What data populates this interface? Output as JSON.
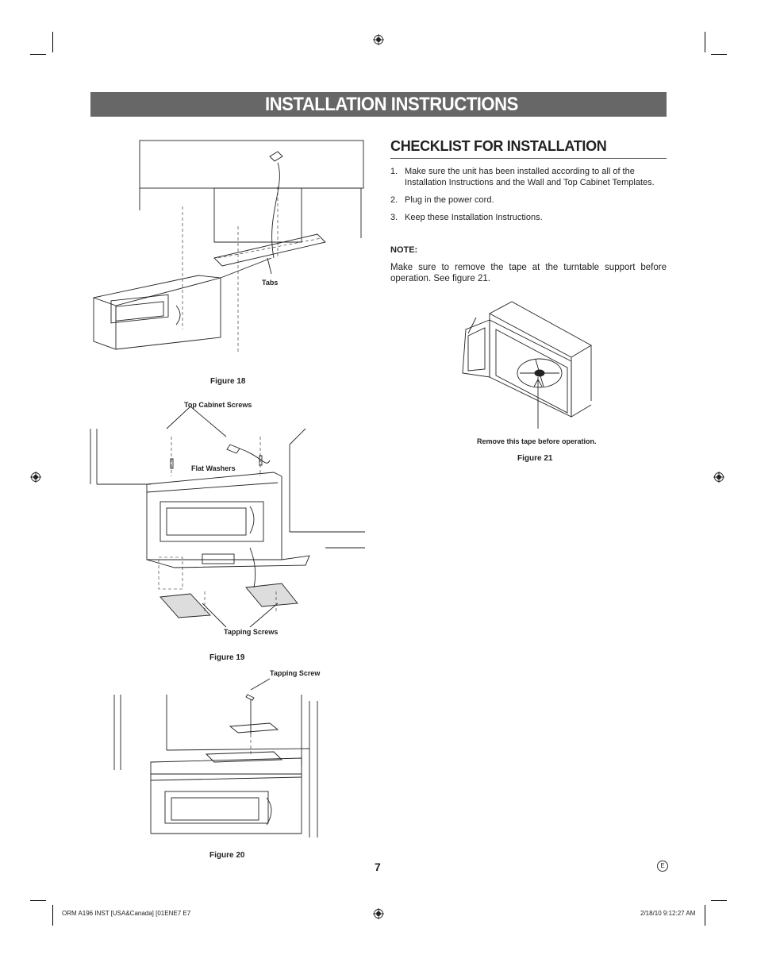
{
  "header": {
    "title": "INSTALLATION INSTRUCTIONS"
  },
  "checklist": {
    "title": "CHECKLIST FOR INSTALLATION",
    "items": [
      {
        "num": "1.",
        "text": "Make sure the unit has been installed according to all of the Installation Instructions and the Wall and Top Cabinet Templates."
      },
      {
        "num": "2.",
        "text": "Plug in the power cord."
      },
      {
        "num": "3.",
        "text": "Keep these Installation Instructions."
      }
    ],
    "note_heading": "NOTE:",
    "note_text": "Make sure to remove the tape at the turntable support before operation. See figure 21."
  },
  "figures": {
    "fig18": {
      "caption": "Figure 18",
      "label_tabs": "Tabs"
    },
    "fig19": {
      "caption": "Figure 19",
      "label_top_screws": "Top Cabinet Screws",
      "label_washers": "Flat Washers",
      "label_tapping": "Tapping Screws"
    },
    "fig20": {
      "caption": "Figure 20",
      "label_tapping": "Tapping Screw"
    },
    "fig21": {
      "caption": "Figure 21",
      "label_tape": "Remove this tape before operation."
    }
  },
  "footer": {
    "page_number": "7",
    "language_mark": "E",
    "doc_id": "ORM A196 INST [USA&Canada] [01ENE7   E7",
    "timestamp": "2/18/10   9:12:27 AM"
  },
  "icons": [
    "registration-mark-icon",
    "crop-mark-icon"
  ]
}
